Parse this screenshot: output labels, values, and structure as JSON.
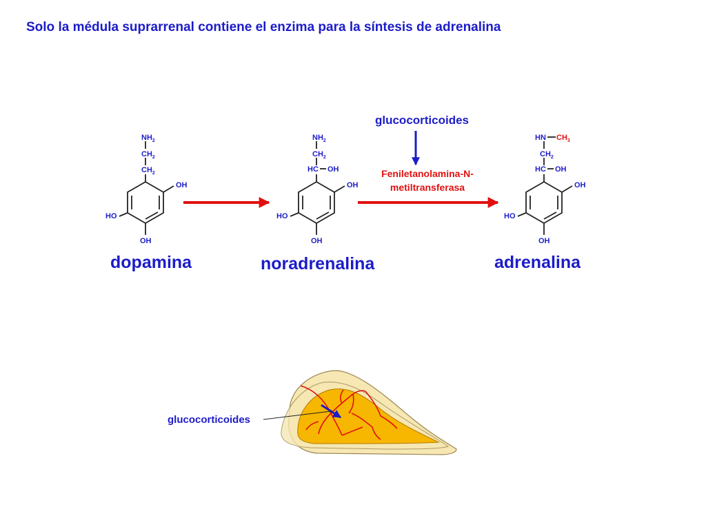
{
  "title": "Solo la médula suprarrenal contiene el enzima para la síntesis de adrenalina",
  "molecules": {
    "dopamina": {
      "name": "dopamina",
      "chain": [
        "NH",
        "CH",
        "CH"
      ],
      "chain_subs": [
        "2",
        "2",
        "2"
      ],
      "oh_right": "OH",
      "ho_left": "HO",
      "oh_bottom": "OH"
    },
    "noradrenalina": {
      "name": "noradrenalina",
      "chain_top": "NH",
      "chain_top_sub": "2",
      "chain_mid": "CH",
      "chain_mid_sub": "2",
      "hc": "HC",
      "hc_oh": "OH",
      "oh_right": "OH",
      "ho_left": "HO",
      "oh_bottom": "OH"
    },
    "adrenalina": {
      "name": "adrenalina",
      "hn": "HN",
      "ch3": "CH",
      "ch3_sub": "3",
      "chain_mid": "CH",
      "chain_mid_sub": "2",
      "hc": "HC",
      "hc_oh": "OH",
      "oh_right": "OH",
      "ho_left": "HO",
      "oh_bottom": "OH"
    }
  },
  "regulator": "glucocorticoides",
  "enzyme_line1": "Feniletanolamina-N-",
  "enzyme_line2": "metiltransferasa",
  "gland_label": "glucocorticoides",
  "colors": {
    "blue": "#1c1cc8",
    "red": "#e01010",
    "cortex": "#f6e7b3",
    "medulla": "#f7b600"
  }
}
